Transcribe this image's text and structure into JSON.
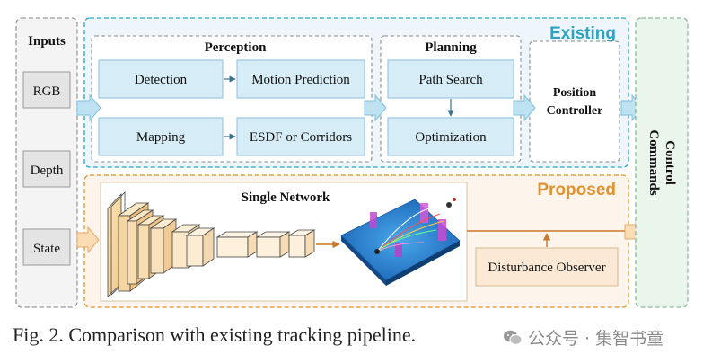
{
  "inputs": {
    "title": "Inputs",
    "items": [
      "RGB",
      "Depth",
      "State"
    ]
  },
  "existing": {
    "label": "Existing",
    "perception": {
      "title": "Perception",
      "detection": "Detection",
      "motion_prediction": "Motion Prediction",
      "mapping": "Mapping",
      "esdf": "ESDF or Corridors"
    },
    "planning": {
      "title": "Planning",
      "path_search": "Path Search",
      "optimization": "Optimization"
    },
    "controller": {
      "line1": "Position",
      "line2": "Controller"
    }
  },
  "proposed": {
    "label": "Proposed",
    "network_title": "Single Network",
    "disturbance_observer": "Disturbance Observer"
  },
  "output": {
    "line1": "Control",
    "line2": "Commands"
  },
  "caption": "Fig. 2. Comparison with existing tracking pipeline.",
  "watermark": "公众号 · 集智书童",
  "colors": {
    "existing_accent": "#2aa3c4",
    "proposed_accent": "#e0922f",
    "block_fill": "#d6ecf7",
    "block_stroke": "#8cbfdc",
    "existing_bg": "#eef6fb",
    "proposed_bg": "#fdf5ec"
  }
}
